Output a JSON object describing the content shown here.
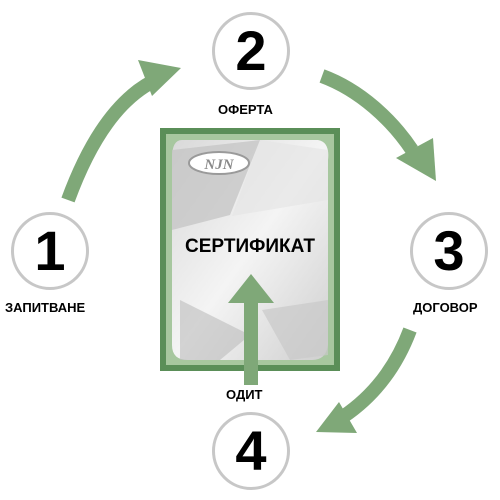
{
  "steps": [
    {
      "number": "1",
      "label": "ЗАПИТВАНЕ"
    },
    {
      "number": "2",
      "label": "ОФЕРТА"
    },
    {
      "number": "3",
      "label": "ДОГОВОР"
    },
    {
      "number": "4",
      "label": "ОДИТ"
    }
  ],
  "certificate": {
    "title": "СЕРТИФИКАТ",
    "logo_text": "NJN"
  },
  "colors": {
    "arrow": "#7fa878",
    "frame_outer": "#5a8e58",
    "frame_inner": "#a7c79f",
    "circle_border": "#c7c7c7",
    "text": "#000000"
  }
}
